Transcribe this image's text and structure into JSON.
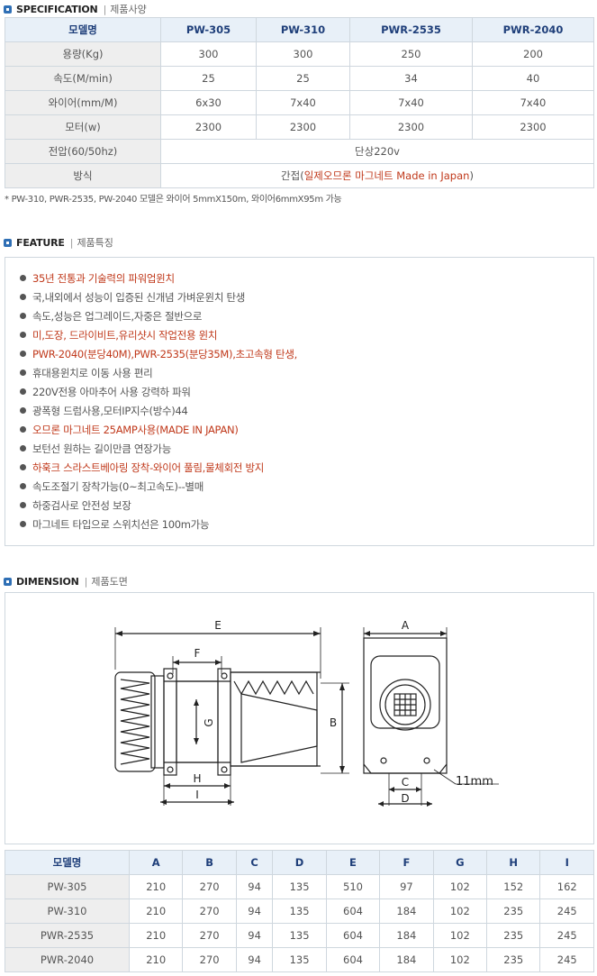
{
  "spec_section": {
    "title_en": "SPECIFICATION",
    "title_ko": "제품사양"
  },
  "spec_table": {
    "header": [
      "모델명",
      "PW-305",
      "PW-310",
      "PWR-2535",
      "PWR-2040"
    ],
    "rows": [
      {
        "label": "용량(Kg)",
        "values": [
          "300",
          "300",
          "250",
          "200"
        ]
      },
      {
        "label": "속도(M/min)",
        "values": [
          "25",
          "25",
          "34",
          "40"
        ]
      },
      {
        "label": "와이어(mm/M)",
        "values": [
          "6x30",
          "7x40",
          "7x40",
          "7x40"
        ]
      },
      {
        "label": "모터(w)",
        "values": [
          "2300",
          "2300",
          "2300",
          "2300"
        ]
      }
    ],
    "voltage": {
      "label": "전압(60/50hz)",
      "value": "단상220v"
    },
    "method": {
      "label": "방식",
      "prefix": "간접(",
      "highlight": "일제오므론 마그네트 Made in Japan",
      "suffix": ")"
    }
  },
  "spec_note": "* PW-310, PWR-2535, PW-2040 모델은 와이어 5mmX150m, 와이어6mmX95m 가능",
  "feature_section": {
    "title_en": "FEATURE",
    "title_ko": "제품특징"
  },
  "features": [
    {
      "text": "35년 전통과 기술력의 파워업윈치",
      "highlight": true
    },
    {
      "text": "국,내외에서 성능이 입증된 신개념 가벼운윈치 탄생",
      "highlight": false
    },
    {
      "text": "속도,성능은 업그레이드,자중은 절반으로",
      "highlight": false
    },
    {
      "text": "미,도장, 드라이비트,유리샷시 작업전용 윈치",
      "highlight": true
    },
    {
      "text": "PWR-2040(분당40M),PWR-2535(분당35M),초고속형 탄생,",
      "highlight": true
    },
    {
      "text": "휴대용윈치로 이동 사용 편리",
      "highlight": false
    },
    {
      "text": "220V전용 아마추어 사용 강력하 파워",
      "highlight": false
    },
    {
      "text": "광폭형 드럼사용,모터IP지수(방수)44",
      "highlight": false
    },
    {
      "text": "오므론 마그네트 25AMP사용(MADE IN JAPAN)",
      "highlight": true
    },
    {
      "text": "보턴선 원하는 길이만큼 연장가능",
      "highlight": false
    },
    {
      "text": "하훅크 스라스트베아링 장착-와이어 풀림,물체회전 방지",
      "highlight": true
    },
    {
      "text": "속도조절기 장착가능(0~최고속도)--별매",
      "highlight": false
    },
    {
      "text": "하중검사로 안전성 보장",
      "highlight": false
    },
    {
      "text": "마그네트 타입으로 스위치선은 100m가능",
      "highlight": false
    }
  ],
  "dimension_section": {
    "title_en": "DIMENSION",
    "title_ko": "제품도면"
  },
  "drawing_labels": {
    "E": "E",
    "F": "F",
    "G": "G",
    "H": "H",
    "I": "I",
    "B": "B",
    "A": "A",
    "C": "C",
    "D": "D",
    "wire": "11mm"
  },
  "dim_table": {
    "header": [
      "모델명",
      "A",
      "B",
      "C",
      "D",
      "E",
      "F",
      "G",
      "H",
      "I"
    ],
    "rows": [
      {
        "label": "PW-305",
        "values": [
          "210",
          "270",
          "94",
          "135",
          "510",
          "97",
          "102",
          "152",
          "162"
        ]
      },
      {
        "label": "PW-310",
        "values": [
          "210",
          "270",
          "94",
          "135",
          "604",
          "184",
          "102",
          "235",
          "245"
        ]
      },
      {
        "label": "PWR-2535",
        "values": [
          "210",
          "270",
          "94",
          "135",
          "604",
          "184",
          "102",
          "235",
          "245"
        ]
      },
      {
        "label": "PWR-2040",
        "values": [
          "210",
          "270",
          "94",
          "135",
          "604",
          "184",
          "102",
          "235",
          "245"
        ]
      }
    ]
  }
}
